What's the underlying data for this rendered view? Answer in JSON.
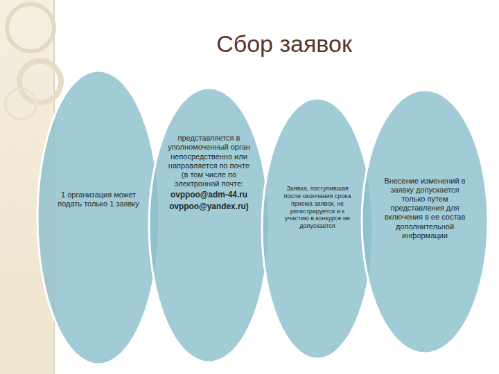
{
  "diagram": {
    "title": "Сбор заявок",
    "nodes": [
      {
        "text": [
          "1 организация может подать только 1 заявку"
        ]
      },
      {
        "text": [
          "представляется в уполномоченный орган непосредственно или направляется по почте (в том числе по электронной почте:",
          "ovppoo@adm-44.ru",
          "ovppoo@yandex.ru)"
        ]
      },
      {
        "text": [
          "Заявка, поступившая после окончания срока приема заявок, не регистрируется и к участию в конкурсе не допускается"
        ]
      },
      {
        "text": [
          "Внесение изменений в заявку допускается только путем представления для включения в ее состав дополнительной информации"
        ]
      }
    ]
  }
}
